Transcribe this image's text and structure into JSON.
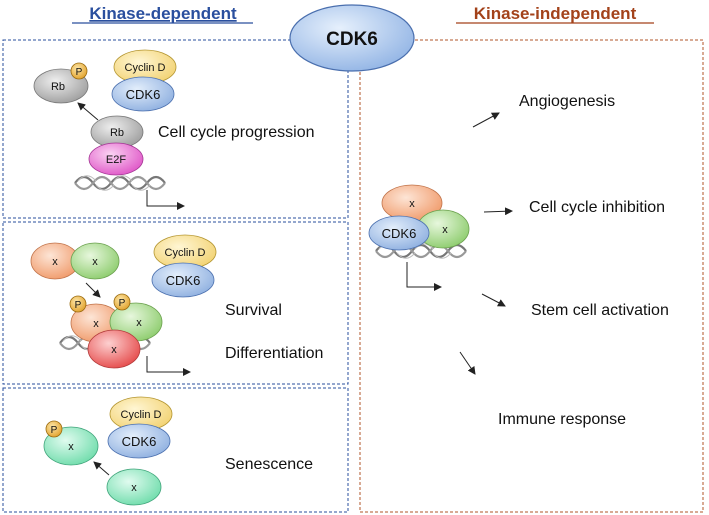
{
  "diagram": {
    "center_label": "CDK6",
    "left_heading": "Kinase-dependent",
    "right_heading": "Kinase-independent",
    "colors": {
      "left_heading": "#2a4f9e",
      "right_heading": "#a3421a",
      "left_border": "#2a4f9e",
      "right_border": "#b0552a",
      "cdk6_fill": "#a9c4ea",
      "cyclin_fill": "#f7df8e",
      "rb_fill": "#b7b7b7",
      "e2f_fill": "#e86fd3",
      "x_orange": "#f4b28a",
      "x_green": "#a9d98f",
      "x_red": "#ee6363",
      "x_teal": "#8fe6c0",
      "phospho_fill": "#f0b63a"
    },
    "labels": {
      "rb": "Rb",
      "e2f": "E2F",
      "cyclin_d": "Cyclin D",
      "cdk6": "CDK6",
      "x": "x",
      "p": "P"
    },
    "panels": {
      "panel1": {
        "label": "Cell cycle progression"
      },
      "panel2": {
        "label_a": "Survival",
        "label_b": "Differentiation"
      },
      "panel3": {
        "label": "Senescence"
      },
      "right": {
        "outcomes": [
          "Angiogenesis",
          "Cell cycle inhibition",
          "Stem cell activation",
          "Immune response"
        ]
      }
    }
  }
}
